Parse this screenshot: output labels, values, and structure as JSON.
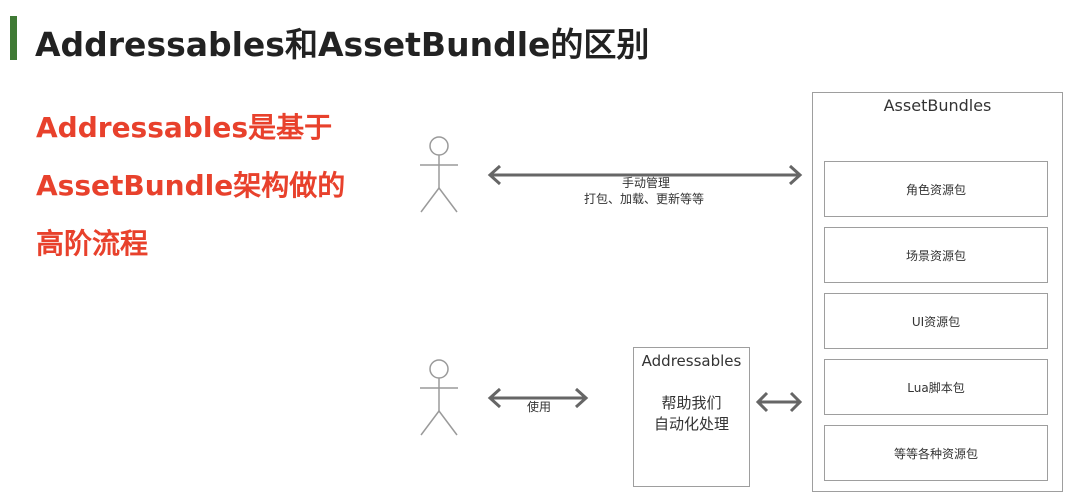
{
  "heading": {
    "title": "Addressables和AssetBundle的区别",
    "accent_color": "#3f7a35"
  },
  "lead": {
    "lines": [
      "Addressables是基于",
      "AssetBundle架构做的",
      "高阶流程"
    ],
    "color": "#e8412c"
  },
  "manual_arrow": {
    "line1": "手动管理",
    "line2": "打包、加载、更新等等"
  },
  "use_arrow": {
    "label": "使用"
  },
  "asset_bundles": {
    "title": "AssetBundles",
    "items": [
      "角色资源包",
      "场景资源包",
      "UI资源包",
      "Lua脚本包",
      "等等各种资源包"
    ]
  },
  "addressables": {
    "title": "Addressables",
    "desc_line1": "帮助我们",
    "desc_line2": "自动化处理"
  }
}
